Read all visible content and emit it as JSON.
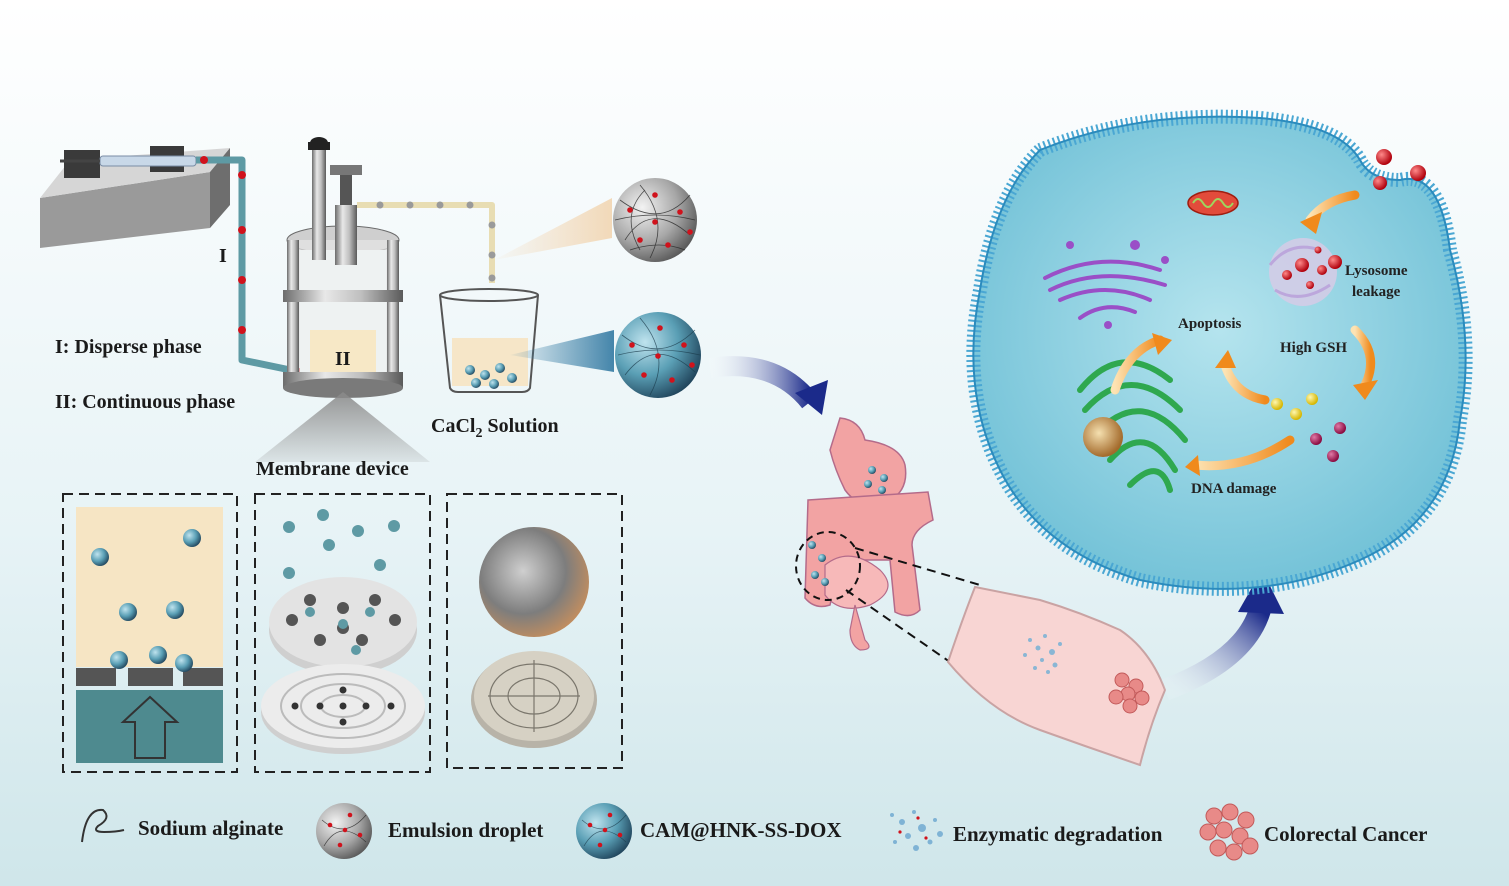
{
  "labels": {
    "phase_marker_1": "I",
    "phase_marker_2": "II",
    "disperse_phase": "I: Disperse phase",
    "continuous_phase": "II: Continuous phase",
    "cacl2_main": "CaCl",
    "cacl2_sub": "2",
    "cacl2_rest": " Solution",
    "membrane_device": "Membrane device"
  },
  "cell_labels": {
    "lysosome_1": "Lysosome",
    "lysosome_2": "leakage",
    "apoptosis": "Apoptosis",
    "high_gsh": "High GSH",
    "dna_damage": "DNA damage"
  },
  "legend": [
    {
      "icon": "sodium-alginate-icon",
      "label": "Sodium alginate"
    },
    {
      "icon": "emulsion-droplet-icon",
      "label": "Emulsion droplet"
    },
    {
      "icon": "cam-hnk-ss-dox-icon",
      "label": "CAM@HNK-SS-DOX"
    },
    {
      "icon": "enzymatic-degradation-icon",
      "label": "Enzymatic degradation"
    },
    {
      "icon": "colorectal-cancer-icon",
      "label": "Colorectal Cancer"
    }
  ],
  "colors": {
    "tubing": "#5e9aa4",
    "droplet_red": "#d0121c",
    "cell_blue": "#5ab4dc",
    "cytoplasm": "#8ecfdd",
    "arrow_navy": "#1b2a8a",
    "gut_pink": "#f2a3a3",
    "golgi_purple": "#9a4fc7",
    "er_green": "#2fa84f",
    "gsh_yellow": "#f0d21c",
    "dox_magenta": "#b0185a"
  }
}
